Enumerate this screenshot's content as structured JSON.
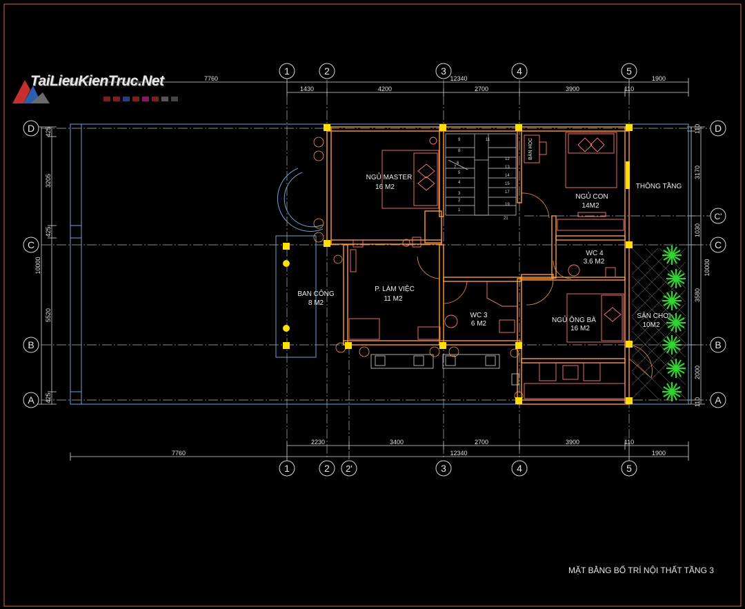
{
  "logo": {
    "text": "TaiLieuKienTruc.Net"
  },
  "drawing_title": "MẶT BẰNG BỐ TRÍ NỘI THẤT TẦNG 3",
  "colors": {
    "background": "#000000",
    "wall": "#ff9a3c",
    "grid_axis": "#c8c8c8",
    "dim_line": "#d8d8d8",
    "column": "#ffe000",
    "furniture": "#ff7a7a",
    "outline_blue": "#6aa8d6",
    "plant": "#2ed62e",
    "frame": "#d06a40"
  },
  "grid": {
    "columns": [
      "1",
      "2",
      "3",
      "4",
      "5"
    ],
    "column_extra": "2'",
    "rows": [
      "D",
      "C'",
      "C",
      "B",
      "A"
    ]
  },
  "dimensions": {
    "top_overall": [
      "7760",
      "12340",
      "1900"
    ],
    "top_segments": [
      "1430",
      "4200",
      "2700",
      "3900",
      "110"
    ],
    "bottom_segments": [
      "2230",
      "3400",
      "2700",
      "3900",
      "110"
    ],
    "bottom_overall": [
      "7760",
      "12340",
      "1900"
    ],
    "left": [
      "425",
      "3205",
      "425",
      "5520",
      "425"
    ],
    "left_overall": "10000",
    "right": [
      "110",
      "3170",
      "1030",
      "3580",
      "2000",
      "110"
    ],
    "right_overall": "10000"
  },
  "rooms": [
    {
      "name": "NGỦ MASTER",
      "area": "16 M2"
    },
    {
      "name": "NGỦ CON",
      "area": "14M2"
    },
    {
      "name": "THÔNG TẦNG",
      "area": ""
    },
    {
      "name": "BAN CÔNG",
      "area": "8 M2"
    },
    {
      "name": "P. LÀM VIỆC",
      "area": "11 M2"
    },
    {
      "name": "WC 4",
      "area": "3.6 M2"
    },
    {
      "name": "WC 3",
      "area": "6 M2"
    },
    {
      "name": "NGỦ ÔNG BÀ",
      "area": "16 M2"
    },
    {
      "name": "SÂN CHƠI",
      "area": "10M2"
    },
    {
      "name": "BÀN HỌC",
      "area": ""
    }
  ],
  "stair_steps": [
    "1",
    "2",
    "3",
    "4",
    "5",
    "6",
    "7",
    "8",
    "9",
    "11",
    "12",
    "13",
    "14",
    "15",
    "17",
    "19",
    "21"
  ]
}
